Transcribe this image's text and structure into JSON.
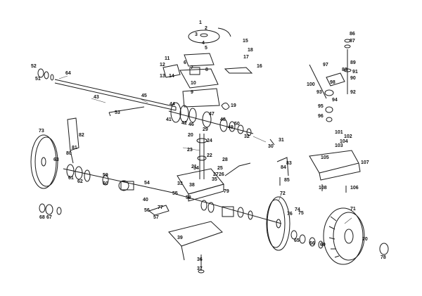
{
  "diagram": {
    "labels": [
      "1",
      "2",
      "3",
      "4",
      "5",
      "6",
      "7",
      "8",
      "9",
      "10",
      "11",
      "12",
      "13",
      "14",
      "15",
      "16",
      "17",
      "18",
      "19",
      "20",
      "21",
      "22",
      "23",
      "24",
      "25",
      "26",
      "27",
      "28",
      "29",
      "30",
      "31",
      "32",
      "33",
      "34",
      "35",
      "36",
      "37",
      "38",
      "39",
      "40",
      "41",
      "42",
      "43",
      "44",
      "45",
      "46",
      "47",
      "48",
      "49",
      "50",
      "51",
      "52",
      "53",
      "54",
      "55",
      "56",
      "57",
      "58",
      "59",
      "60",
      "61",
      "62",
      "63",
      "64",
      "65",
      "66",
      "67",
      "68",
      "69",
      "70",
      "71",
      "72",
      "73",
      "74",
      "75",
      "76",
      "77",
      "78",
      "79",
      "80",
      "81",
      "82",
      "83",
      "84",
      "85",
      "86",
      "87",
      "88",
      "89",
      "90",
      "91",
      "92",
      "93",
      "94",
      "95",
      "96",
      "97",
      "98",
      "100",
      "101",
      "102",
      "103",
      "104",
      "105",
      "106",
      "107",
      "108"
    ]
  }
}
